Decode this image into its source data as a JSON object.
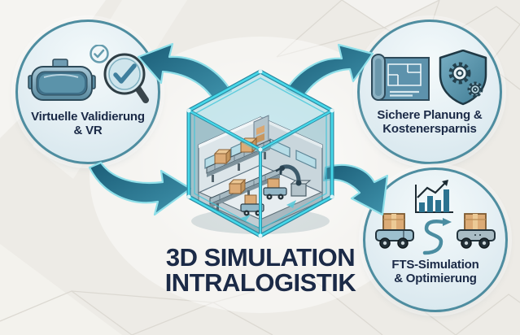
{
  "title": {
    "line1": "3D SIMULATION",
    "line2": "INTRALOGISTIK"
  },
  "nodes": [
    {
      "id": "virtuelle-validierung-vr",
      "label_line1": "Virtuelle Validierung",
      "label_line2": "& VR",
      "icons": [
        "vr-headset-icon",
        "check-badge-icon",
        "magnifier-check-icon"
      ]
    },
    {
      "id": "sichere-planung-kostenersparnis",
      "label_line1": "Sichere Planung &",
      "label_line2": "Kostenersparnis",
      "icons": [
        "blueprint-icon",
        "shield-gears-icon"
      ]
    },
    {
      "id": "fts-simulation-optimierung",
      "label_line1": "FTS-Simulation",
      "label_line2": "& Optimierung",
      "icons": [
        "growth-chart-icon",
        "agv-cart-icon",
        "s-route-arrow-icon",
        "agv-cart-icon"
      ]
    }
  ],
  "center_icon": "isometric-warehouse-cube-icon",
  "arrows": [
    "cube-to-validation",
    "cube-to-planung",
    "validation-to-cube",
    "cube-to-fts"
  ],
  "colors": {
    "background": "#edebe6",
    "mesh_line": "#dcd9d2",
    "circle_border": "#4e8da0",
    "circle_fill": "#e4eff3",
    "title_navy": "#1b2a47",
    "arrow_dark": "#1b5d77",
    "arrow_light": "#3f93ac",
    "arrow_outline": "#8edfe9",
    "cube_edge_bright": "#47d9ea",
    "cube_edge_dark": "#2a8aa2",
    "box_tan": "#dcab76"
  }
}
